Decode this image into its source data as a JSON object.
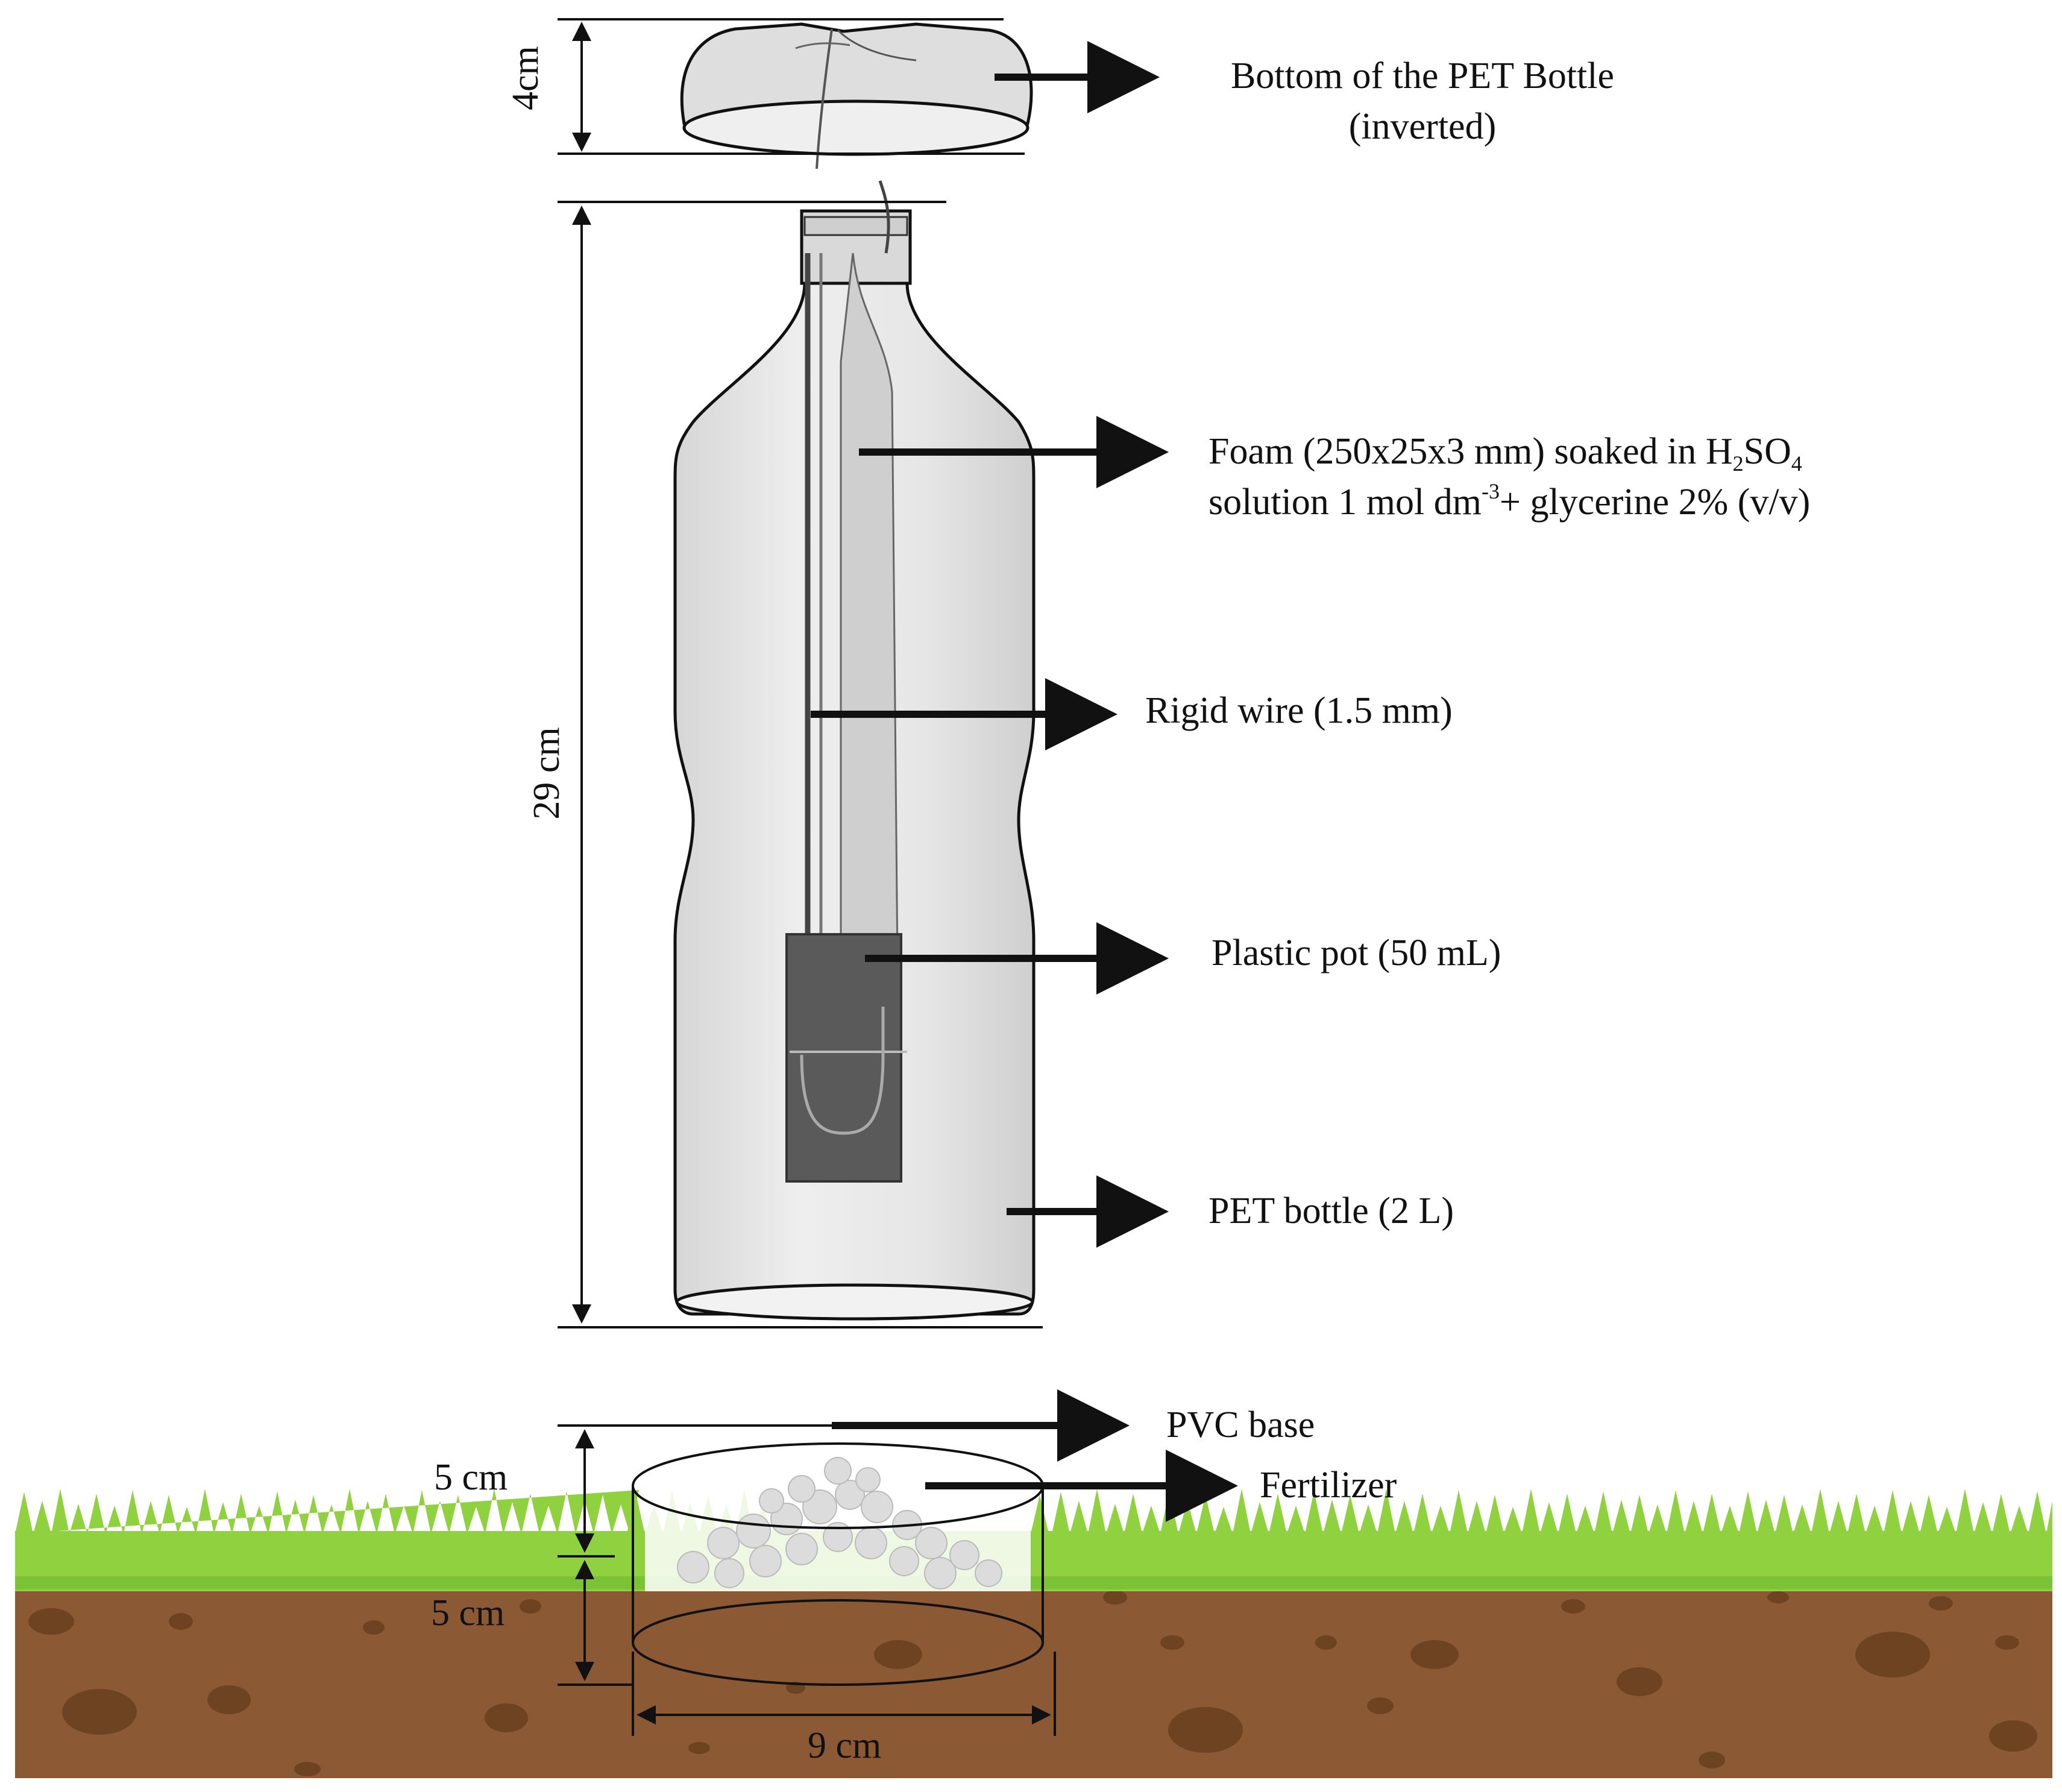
{
  "dimensions": {
    "cap_height": "4cm",
    "bottle_height": "29 cm",
    "base_above": "5 cm",
    "base_below": "5 cm",
    "base_width": "9 cm"
  },
  "labels": {
    "cap": {
      "line1": "Bottom of the PET Bottle",
      "line2": "(inverted)"
    },
    "foam": {
      "line1_pre": "Foam (250x25x3 mm) soaked in H",
      "line1_sub1": "2",
      "line1_mid": "SO",
      "line1_sub2": "4",
      "line2_pre": "solution 1 mol dm",
      "line2_sup": "-3",
      "line2_post": "+ glycerine 2% (v/v)"
    },
    "wire": "Rigid wire (1.5 mm)",
    "pot": "Plastic pot (50 mL)",
    "bottle": "PET bottle (2 L)",
    "pvc": "PVC base",
    "fertilizer": "Fertilizer"
  },
  "colors": {
    "grass": "#8fd13f",
    "soil": "#8b5a34",
    "soil_spots": "#6e4322",
    "bottle_fill": "#e4e4e4",
    "pot_fill": "#5a5a5a",
    "line": "#111111"
  }
}
